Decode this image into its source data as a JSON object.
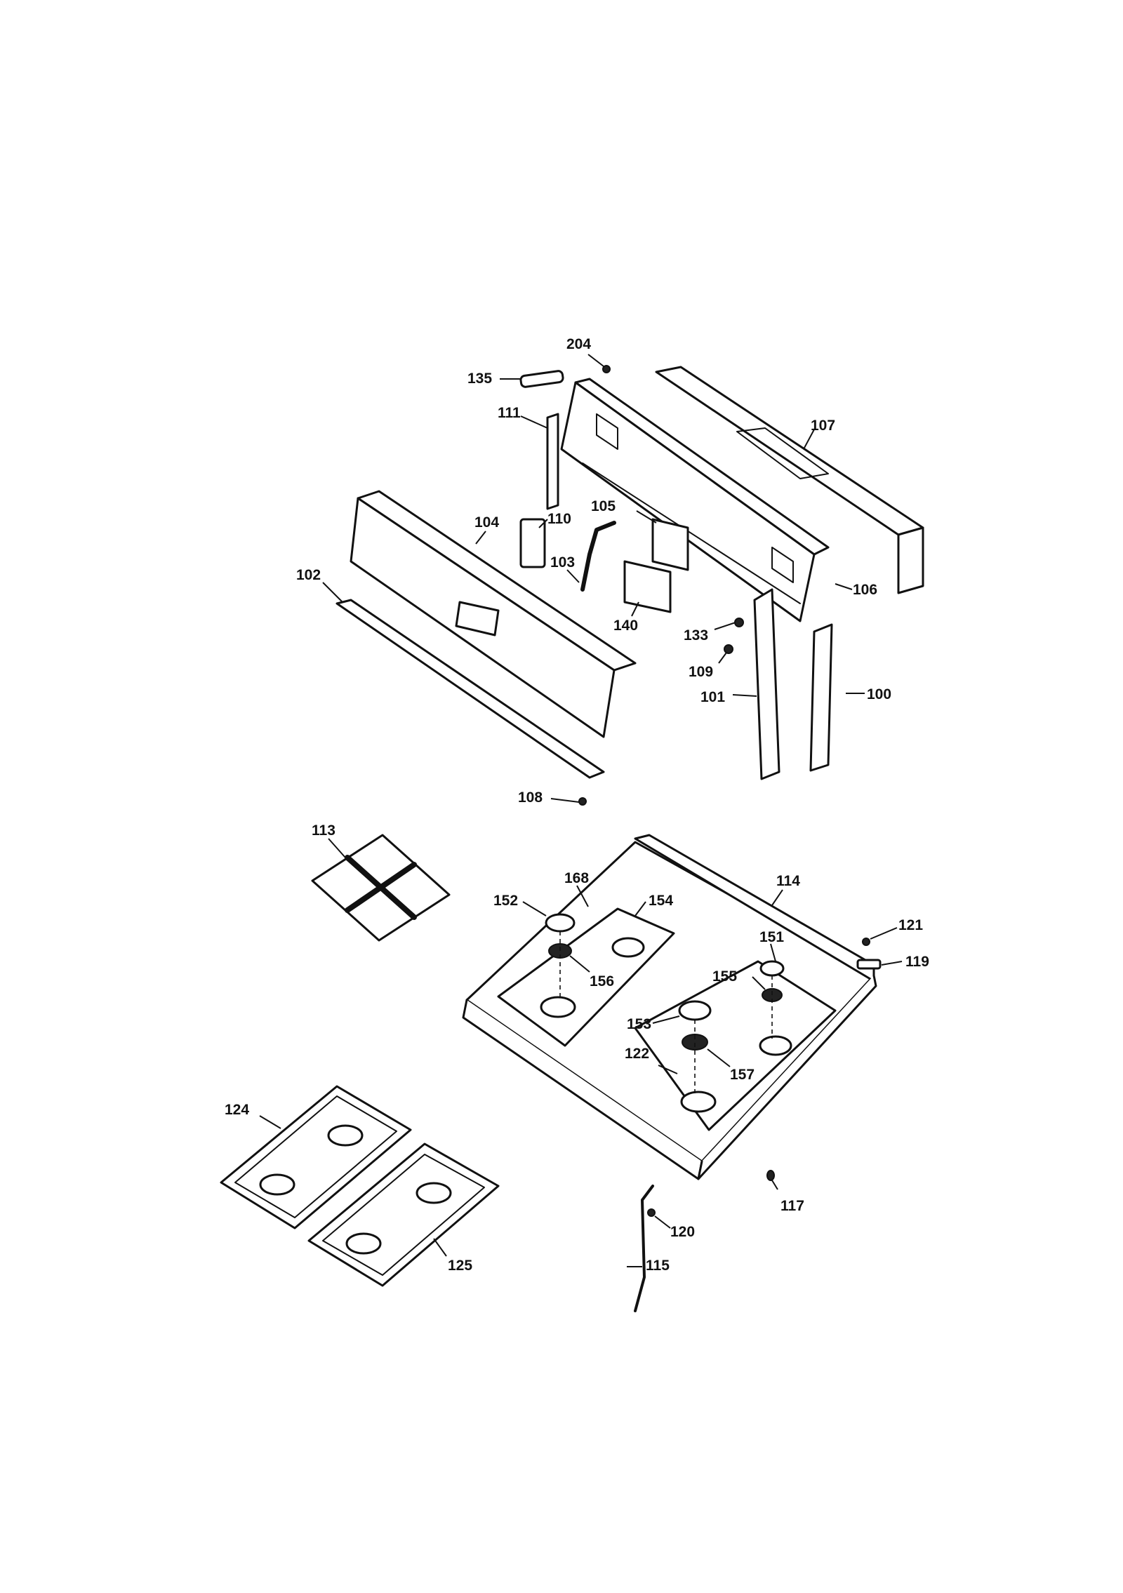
{
  "diagram": {
    "callouts": {
      "c100": "100",
      "c101": "101",
      "c102": "102",
      "c103": "103",
      "c104": "104",
      "c105": "105",
      "c106": "106",
      "c107": "107",
      "c108": "108",
      "c109": "109",
      "c110": "110",
      "c111": "111",
      "c113": "113",
      "c114": "114",
      "c115": "115",
      "c117": "117",
      "c119": "119",
      "c120": "120",
      "c121": "121",
      "c122": "122",
      "c124": "124",
      "c125": "125",
      "c133": "133",
      "c135": "135",
      "c140": "140",
      "c151": "151",
      "c152": "152",
      "c153": "153",
      "c154": "154",
      "c155": "155",
      "c156": "156",
      "c157": "157",
      "c168": "168",
      "c204": "204"
    }
  }
}
